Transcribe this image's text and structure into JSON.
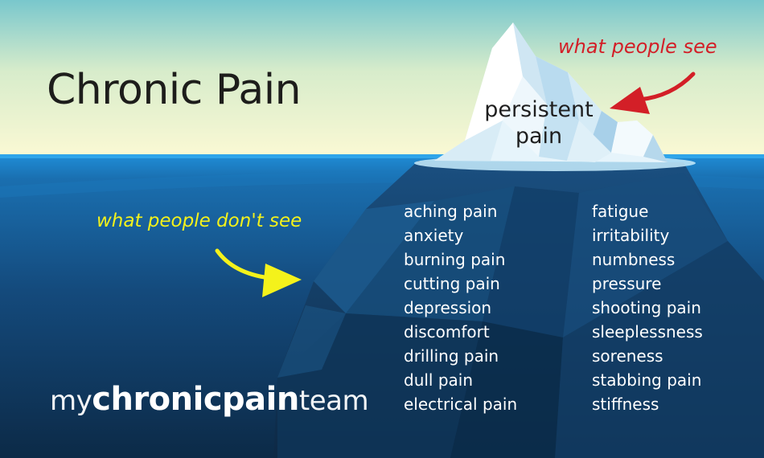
{
  "title": "Chronic Pain",
  "tip": {
    "line1": "persistent",
    "line2": "pain"
  },
  "annotations": {
    "visible": "what people see",
    "hidden": "what people don't see"
  },
  "symptoms_left": [
    "aching pain",
    "anxiety",
    "burning pain",
    "cutting pain",
    "depression",
    "discomfort",
    "drilling pain",
    "dull pain",
    "electrical pain"
  ],
  "symptoms_right": [
    "fatigue",
    "irritability",
    "numbness",
    "pressure",
    "shooting pain",
    "sleeplessness",
    "soreness",
    "stabbing pain",
    "stiffness"
  ],
  "brand": {
    "my": "my",
    "name": "chronicpain",
    "team": "team"
  },
  "colors": {
    "sky_top": "#79c7cc",
    "sky_bottom": "#fbf9d4",
    "water_top": "#1f8ed8",
    "water_deep": "#0c2a47",
    "red_accent": "#d31f27",
    "yellow_accent": "#f4f21b"
  }
}
